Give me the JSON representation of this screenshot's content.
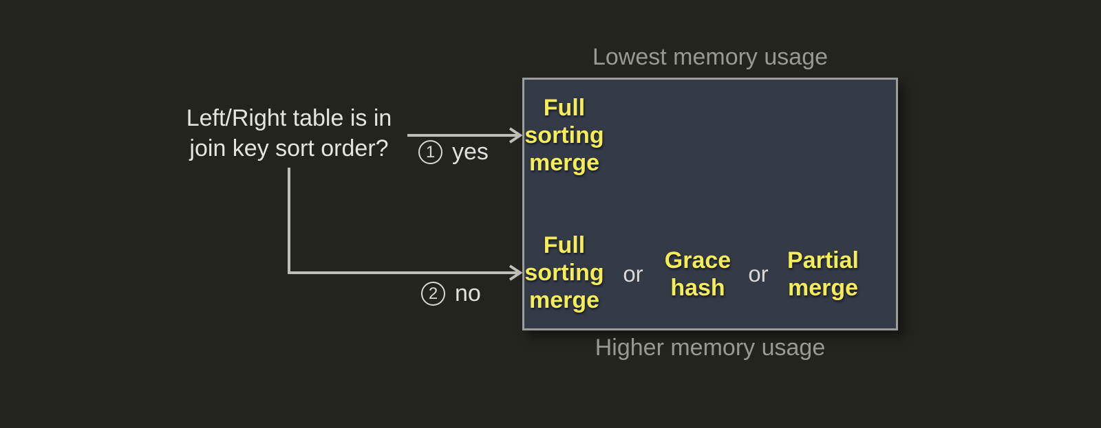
{
  "question": {
    "line1": "Left/Right table is in",
    "line2": "join key sort order?"
  },
  "branches": [
    {
      "number": "1",
      "label": "yes"
    },
    {
      "number": "2",
      "label": "no"
    }
  ],
  "memory_scale": {
    "top_label": "Lowest memory usage",
    "bottom_label": "Higher memory usage"
  },
  "algorithms": {
    "sorted_case": [
      "Full sorting merge"
    ],
    "unsorted_case": [
      "Full sorting merge",
      "or",
      "Grace hash",
      "or",
      "Partial merge"
    ]
  },
  "colors": {
    "background": "#24241f",
    "box_fill": "#343a46",
    "box_border": "#9c9c9c",
    "algorithm_yellow": "#f4ed59",
    "question_text": "#e4e4e2",
    "memory_label_gray": "#989894",
    "connector_gray": "#bebebb"
  }
}
